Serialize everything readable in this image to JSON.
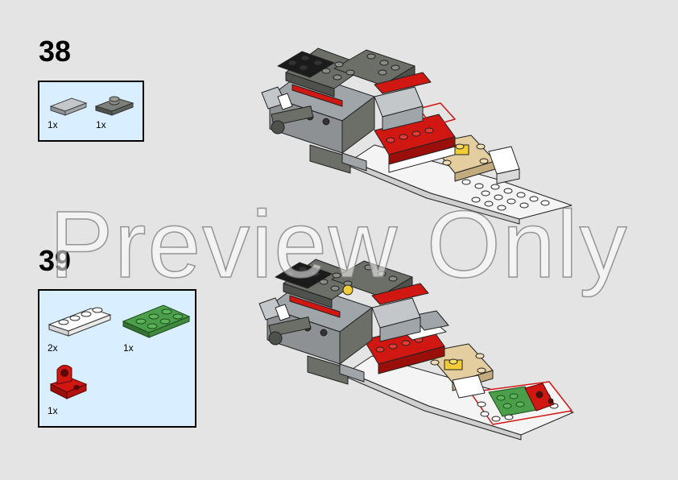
{
  "steps": [
    {
      "number": "38",
      "parts": [
        {
          "qty": "1x",
          "color": "#a0a5a9",
          "name": "light-gray-tile-1x2"
        },
        {
          "qty": "1x",
          "color": "#6c6e68",
          "name": "dark-gray-jumper-plate"
        }
      ]
    },
    {
      "number": "39",
      "parts": [
        {
          "qty": "2x",
          "color": "#ffffff",
          "name": "white-plate-1x4"
        },
        {
          "qty": "1x",
          "color": "#4b9f4a",
          "name": "green-plate-2x3"
        },
        {
          "qty": "1x",
          "color": "#d01712",
          "name": "red-technic-pin-connector"
        }
      ]
    }
  ],
  "watermark": "Preview Only",
  "colors": {
    "background": "#e4e4e4",
    "parts_box": "#d9efff",
    "red": "#d01712",
    "dark_gray": "#6c6e68",
    "light_gray": "#a0a5a9",
    "white": "#ffffff",
    "tan": "#e4cd9e",
    "yellow": "#f2cd37",
    "black": "#1b1b1b",
    "green": "#4b9f4a"
  }
}
